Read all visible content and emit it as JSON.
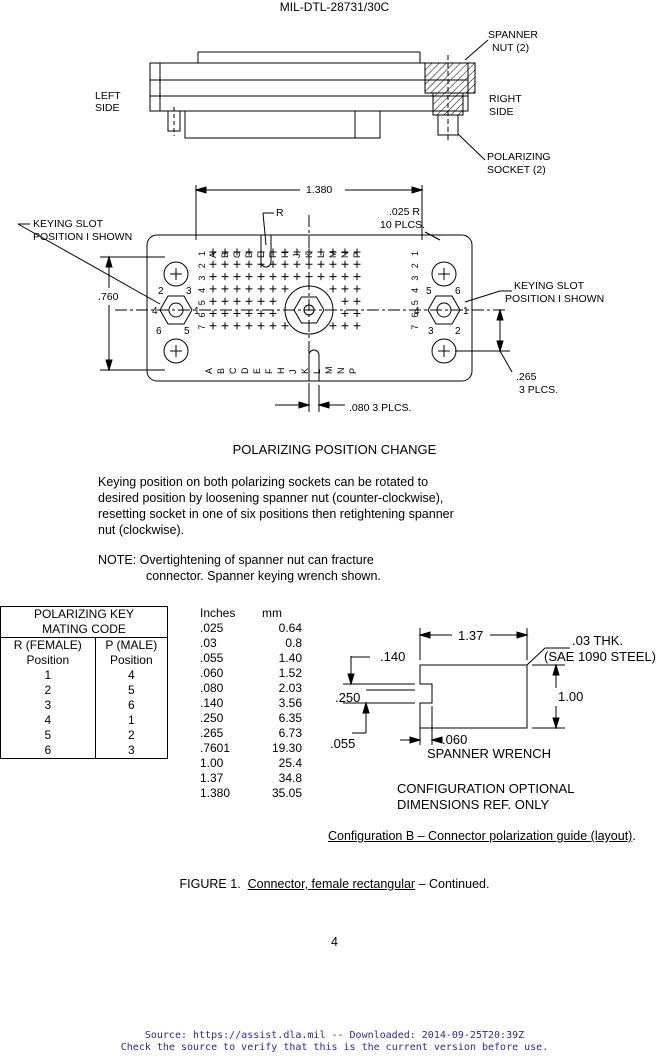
{
  "header": {
    "doc_id": "MIL-DTL-28731/30C"
  },
  "drawing_labels": {
    "spanner_nut_1": "SPANNER",
    "spanner_nut_2": "NUT (2)",
    "left_side_1": "LEFT",
    "left_side_2": "SIDE",
    "right_side_1": "RIGHT",
    "right_side_2": "SIDE",
    "polarizing_socket_1": "POLARIZING",
    "polarizing_socket_2": "SOCKET (2)",
    "dim_1380": "1.380",
    "r_label": "R",
    "r025_1": ".025 R",
    "r025_2": "10 PLCS.",
    "keying_left_1": "KEYING SLOT",
    "keying_left_2": "POSITION I SHOWN",
    "keying_right_1": "KEYING SLOT",
    "keying_right_2": "POSITION I SHOWN",
    "dim_760": ".760",
    "dim_265_1": ".265",
    "dim_265_2": "3 PLCS.",
    "dim_080": ".080 3 PLCS.",
    "hex_left": [
      "2",
      "3",
      "4",
      "1",
      "6",
      "5"
    ],
    "hex_right": [
      "5",
      "6",
      "4",
      "1",
      "3",
      "2"
    ],
    "top_letters": [
      "A",
      "B",
      "C",
      "D",
      "E",
      "F",
      "H",
      "J",
      "K",
      "L",
      "M",
      "N",
      "P"
    ],
    "left_nums": [
      "1",
      "2",
      "3",
      "4",
      "5",
      "6",
      "7"
    ],
    "right_nums": [
      "1",
      "2",
      "3",
      "4",
      "5",
      "6",
      "7"
    ],
    "bottom_letters": [
      "A",
      "B",
      "C",
      "D",
      "E",
      "F",
      "H",
      "J",
      "K",
      "L",
      "M",
      "N",
      "P"
    ]
  },
  "polarizing": {
    "title": "POLARIZING POSITION CHANGE",
    "body": "Keying position on both polarizing sockets can be rotated to desired position by loosening spanner nut (counter-clockwise), resetting socket in one of six positions then retightening spanner nut (clockwise).",
    "note_line1": "NOTE:  Overtightening of spanner nut can fracture",
    "note_line2": "connector.  Spanner keying wrench shown."
  },
  "key_table": {
    "title1": "POLARIZING KEY",
    "title2": "MATING CODE",
    "col1_head1": "R (FEMALE)",
    "col1_head2": "Position",
    "col2_head1": "P (MALE)",
    "col2_head2": "Position",
    "rows": [
      [
        "1",
        "4"
      ],
      [
        "2",
        "5"
      ],
      [
        "3",
        "6"
      ],
      [
        "4",
        "1"
      ],
      [
        "5",
        "2"
      ],
      [
        "6",
        "3"
      ]
    ]
  },
  "conversion": {
    "head_in": "Inches",
    "head_mm": "mm",
    "rows": [
      [
        ".025",
        "0.64"
      ],
      [
        ".03",
        "0.8"
      ],
      [
        ".055",
        "1.40"
      ],
      [
        ".060",
        "1.52"
      ],
      [
        ".080",
        "2.03"
      ],
      [
        ".140",
        "3.56"
      ],
      [
        ".250",
        "6.35"
      ],
      [
        ".265",
        "6.73"
      ],
      [
        ".7601",
        "19.30"
      ],
      [
        "1.00",
        "25.4"
      ],
      [
        "1.37",
        "34.8"
      ],
      [
        "1.380",
        "35.05"
      ]
    ]
  },
  "wrench": {
    "dim_137": "1.37",
    "thk_1": ".03 THK.",
    "thk_2": "(SAE 1090 STEEL)",
    "dim_140": ".140",
    "dim_250": ".250",
    "dim_100": "1.00",
    "dim_055": ".055",
    "dim_060": ".060",
    "name": "SPANNER WRENCH",
    "config_1": "CONFIGURATION OPTIONAL",
    "config_2": "DIMENSIONS REF. ONLY"
  },
  "config_b": {
    "title": "Configuration B – Connector polarization guide (layout)",
    "end": "."
  },
  "figure": {
    "prefix": "FIGURE 1.  ",
    "title": "Connector, female rectangular",
    "suffix": " – Continued."
  },
  "page_number": "4",
  "footer": {
    "line1": "Source: https://assist.dla.mil -- Downloaded: 2014-09-25T20:39Z",
    "line2": "Check the source to verify that this is the current version before use."
  }
}
